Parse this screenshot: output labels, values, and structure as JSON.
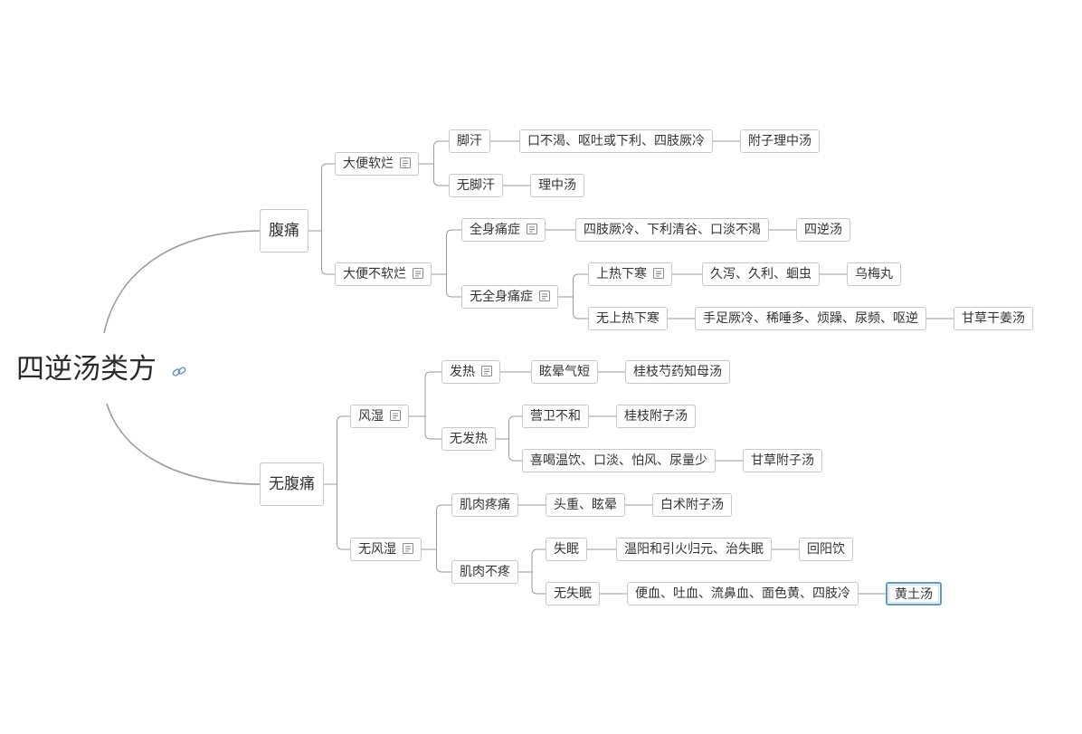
{
  "root": {
    "label": "四逆汤类方"
  },
  "nodes": {
    "fu_tong": "腹痛",
    "wu_fu_tong": "无腹痛",
    "da_bian_ruan_lan": "大便软烂",
    "da_bian_bu_ruan_lan": "大便不软烂",
    "jiao_han": "脚汗",
    "wu_jiao_han": "无脚汗",
    "kou_bu_ke": "口不渴、呕吐或下利、四肢厥冷",
    "fu_zi_li_zhong_tang": "附子理中汤",
    "li_zhong_tang": "理中汤",
    "quan_shen_tong_zheng": "全身痛症",
    "wu_quan_shen_tong_zheng": "无全身痛症",
    "si_zhi_jue_leng": "四肢厥冷、下利清谷、口淡不渴",
    "si_ni_tang": "四逆汤",
    "shang_re_xia_han": "上热下寒",
    "wu_shang_re_xia_han": "无上热下寒",
    "jiu_xie": "久泻、久利、蛔虫",
    "wu_mei_wan": "乌梅丸",
    "shou_zu_jue_leng": "手足厥冷、稀唾多、烦躁、尿频、呕逆",
    "gan_cao_gan_jiang_tang": "甘草干姜汤",
    "feng_shi": "风湿",
    "wu_feng_shi": "无风湿",
    "fa_re": "发热",
    "wu_fa_re": "无发热",
    "xuan_yun_qi_duan": "眩晕气短",
    "gui_zhi_shao_yao_zhi_mu_tang": "桂枝芍药知母汤",
    "ying_wei_bu_he": "营卫不和",
    "gui_zhi_fu_zi_tang": "桂枝附子汤",
    "xi_he_wen_yin": "喜喝温饮、口淡、怕风、尿量少",
    "gan_cao_fu_zi_tang": "甘草附子汤",
    "ji_rou_teng_tong": "肌肉疼痛",
    "ji_rou_bu_teng": "肌肉不疼",
    "tou_zhong_xuan_yun": "头重、眩晕",
    "bai_zhu_fu_zi_tang": "白术附子汤",
    "shi_mian": "失眠",
    "wu_shi_mian": "无失眠",
    "wen_yang": "温阳和引火归元、治失眠",
    "hui_yang_yin": "回阳饮",
    "bian_xue": "便血、吐血、流鼻血、面色黄、四肢冷",
    "huang_tu_tang": "黄土汤"
  },
  "icons": {
    "note": "note-icon",
    "link": "link-icon"
  },
  "colors": {
    "line": "#9a9a9a",
    "border": "#c8c8c8",
    "selected": "#5b9bd5"
  },
  "selected_node": "huang_tu_tang"
}
